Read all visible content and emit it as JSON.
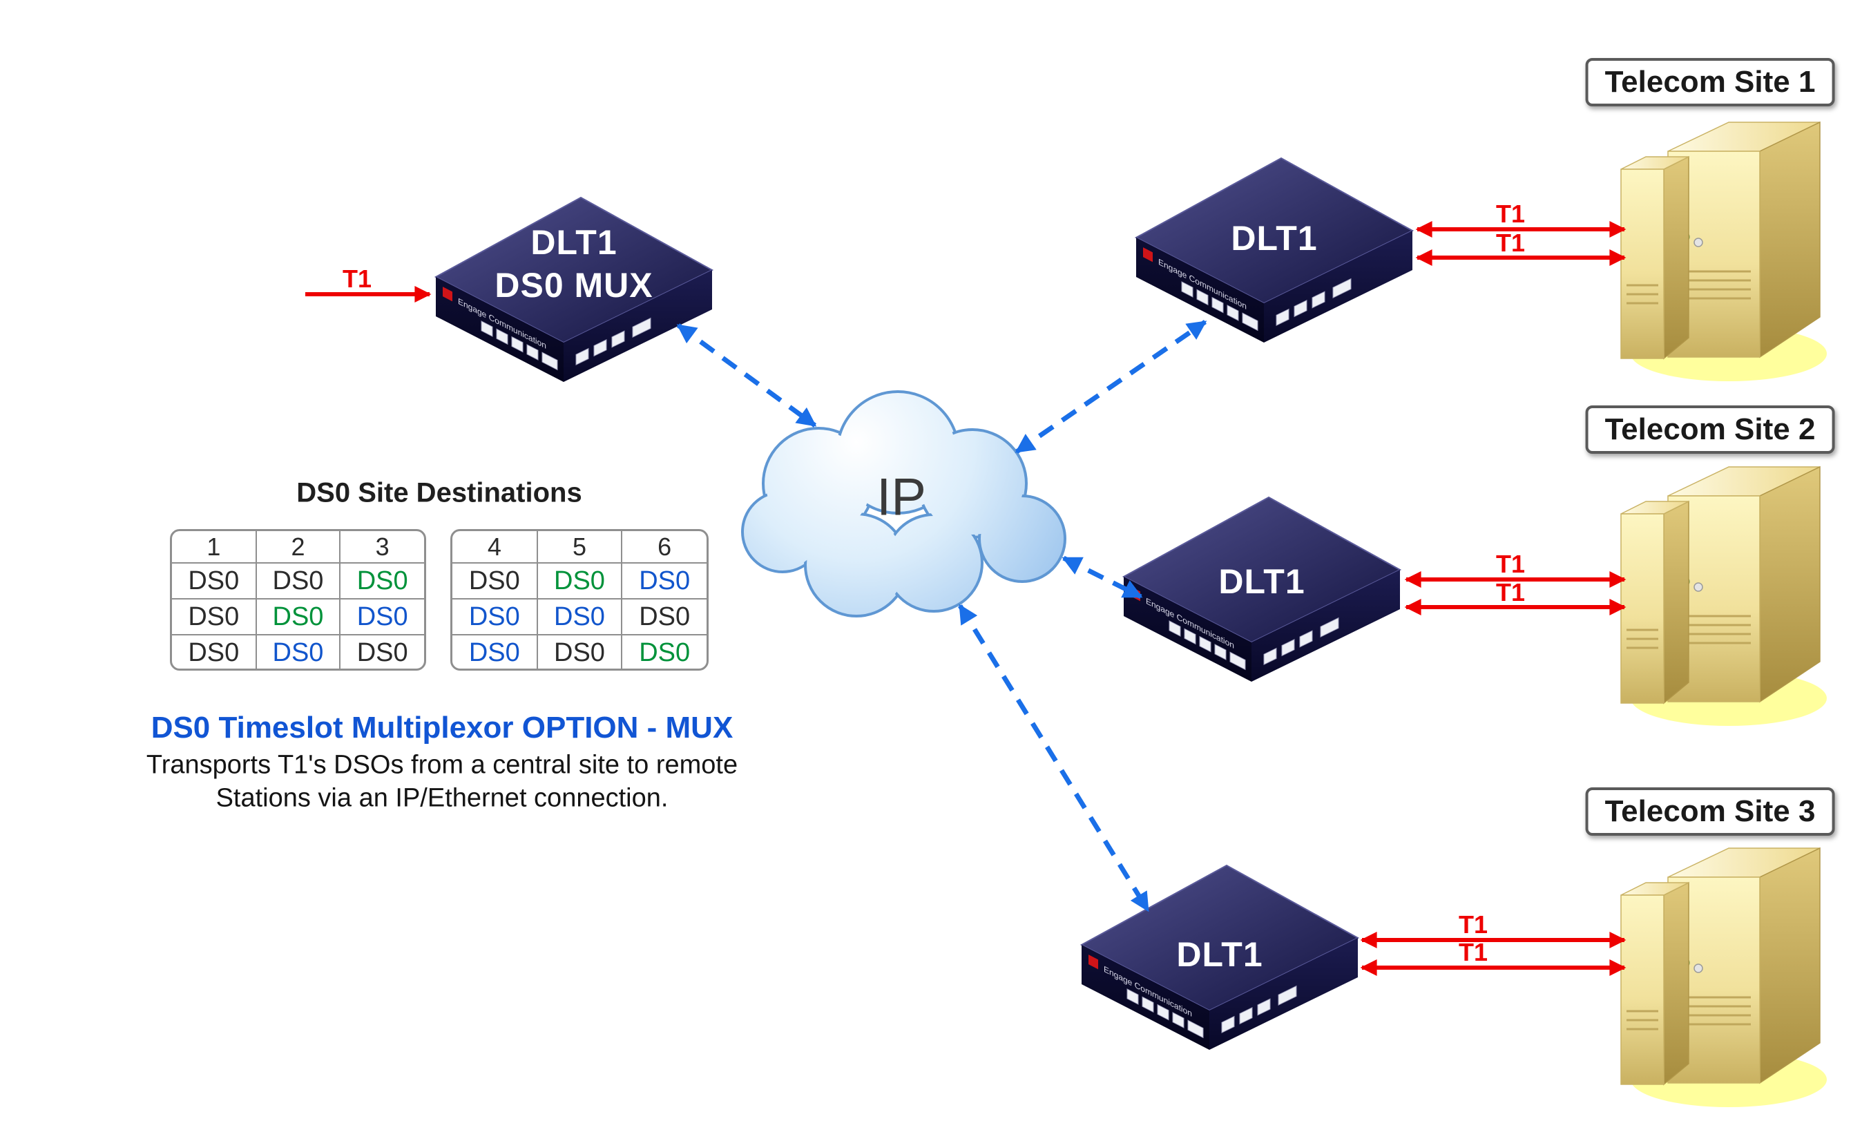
{
  "mux": {
    "line1": "DLT1",
    "line2": "DS0 MUX",
    "input_t1": "T1",
    "brand": "Engage Communication"
  },
  "cloud": {
    "label": "IP"
  },
  "devices": [
    {
      "label": "DLT1",
      "brand": "Engage Communication"
    },
    {
      "label": "DLT1",
      "brand": "Engage Communication"
    },
    {
      "label": "DLT1",
      "brand": "Engage Communication"
    }
  ],
  "sites": [
    {
      "label": "Telecom Site 1",
      "t1_top": "T1",
      "t1_bottom": "T1"
    },
    {
      "label": "Telecom Site 2",
      "t1_top": "T1",
      "t1_bottom": "T1"
    },
    {
      "label": "Telecom Site 3",
      "t1_top": "T1",
      "t1_bottom": "T1"
    }
  ],
  "captions": {
    "table_title": "DS0 Site Destinations",
    "heading": "DS0 Timeslot Multiplexor OPTION - MUX",
    "body_line1": "Transports T1's DSOs from a central site to remote",
    "body_line2": "Stations via an IP/Ethernet connection."
  },
  "ds0_tables": [
    {
      "headers": [
        "1",
        "2",
        "3"
      ],
      "rows": [
        [
          {
            "text": "DS0",
            "color": "default"
          },
          {
            "text": "DS0",
            "color": "default"
          },
          {
            "text": "DS0",
            "color": "green"
          }
        ],
        [
          {
            "text": "DS0",
            "color": "default"
          },
          {
            "text": "DS0",
            "color": "green"
          },
          {
            "text": "DS0",
            "color": "blue"
          }
        ],
        [
          {
            "text": "DS0",
            "color": "default"
          },
          {
            "text": "DS0",
            "color": "blue"
          },
          {
            "text": "DS0",
            "color": "default"
          }
        ]
      ]
    },
    {
      "headers": [
        "4",
        "5",
        "6"
      ],
      "rows": [
        [
          {
            "text": "DS0",
            "color": "default"
          },
          {
            "text": "DS0",
            "color": "green"
          },
          {
            "text": "DS0",
            "color": "blue"
          }
        ],
        [
          {
            "text": "DS0",
            "color": "blue"
          },
          {
            "text": "DS0",
            "color": "blue"
          },
          {
            "text": "DS0",
            "color": "default"
          }
        ],
        [
          {
            "text": "DS0",
            "color": "blue"
          },
          {
            "text": "DS0",
            "color": "default"
          },
          {
            "text": "DS0",
            "color": "green"
          }
        ]
      ]
    }
  ],
  "colors": {
    "t1_red": "#ee0000",
    "ip_link_blue": "#1a6fe8",
    "ds0_green": "#00923a",
    "ds0_blue": "#1155cc",
    "heading_blue": "#1155d4",
    "device_navy": "#1a1a52",
    "tower_yellow": "#e8d88e",
    "cloud_blue": "#a3c9ef"
  }
}
